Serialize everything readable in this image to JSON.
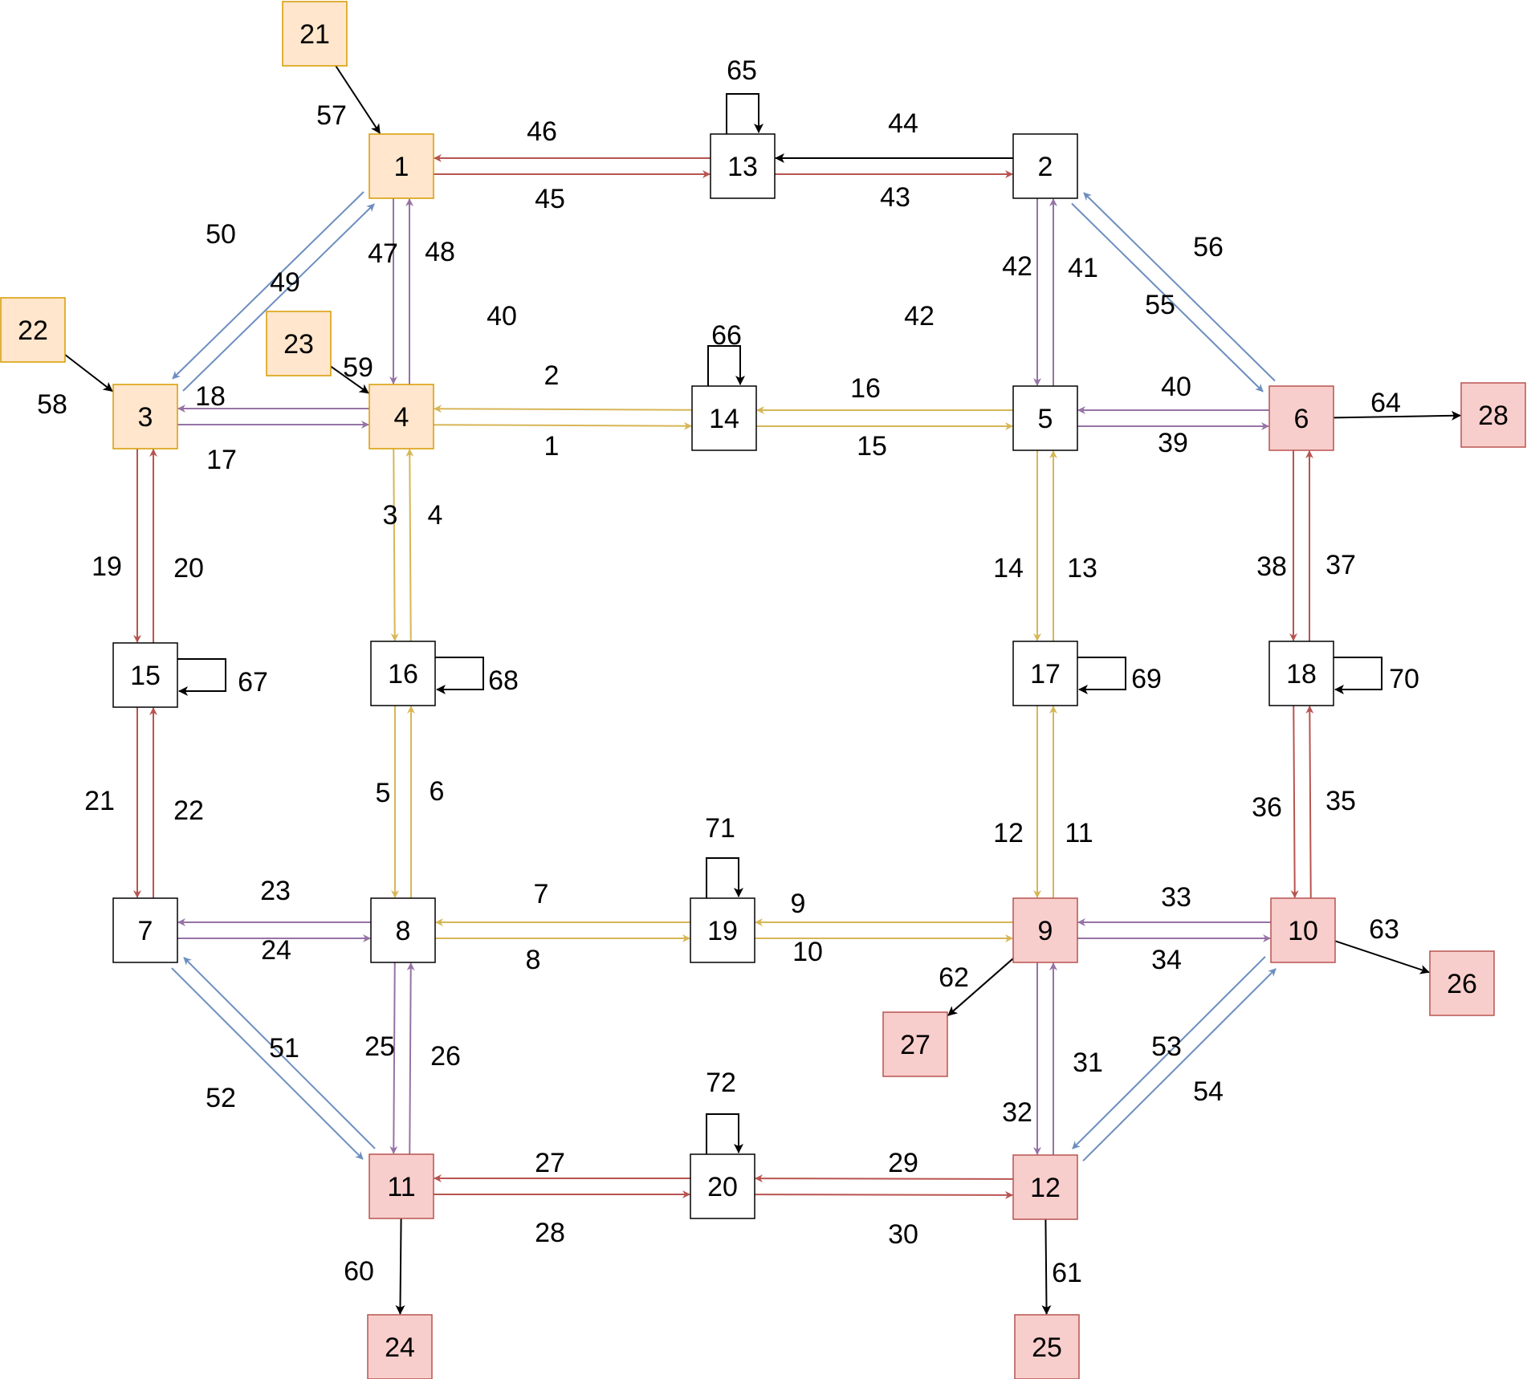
{
  "styles": {
    "orange": {
      "fill": "#ffe6cc",
      "stroke": "#d79b00"
    },
    "red": {
      "fill": "#f8cecc",
      "stroke": "#b85450"
    },
    "white": {
      "fill": "#ffffff",
      "stroke": "#000000"
    }
  },
  "edge_colors": {
    "red": "#b85450",
    "purple": "#9673a6",
    "yellow": "#d6b656",
    "blue": "#6c8ebf",
    "black": "#000000"
  },
  "nodes": [
    {
      "id": "1",
      "style": "orange"
    },
    {
      "id": "2",
      "style": "white"
    },
    {
      "id": "3",
      "style": "orange"
    },
    {
      "id": "4",
      "style": "orange"
    },
    {
      "id": "5",
      "style": "white"
    },
    {
      "id": "6",
      "style": "red"
    },
    {
      "id": "7",
      "style": "white"
    },
    {
      "id": "8",
      "style": "white"
    },
    {
      "id": "9",
      "style": "red"
    },
    {
      "id": "10",
      "style": "red"
    },
    {
      "id": "11",
      "style": "red"
    },
    {
      "id": "12",
      "style": "red"
    },
    {
      "id": "13",
      "style": "white"
    },
    {
      "id": "14",
      "style": "white"
    },
    {
      "id": "15",
      "style": "white"
    },
    {
      "id": "16",
      "style": "white"
    },
    {
      "id": "17",
      "style": "white"
    },
    {
      "id": "18",
      "style": "white"
    },
    {
      "id": "19",
      "style": "white"
    },
    {
      "id": "20",
      "style": "white"
    },
    {
      "id": "21",
      "style": "orange"
    },
    {
      "id": "22",
      "style": "orange"
    },
    {
      "id": "23",
      "style": "orange"
    },
    {
      "id": "24",
      "style": "red"
    },
    {
      "id": "25",
      "style": "red"
    },
    {
      "id": "26",
      "style": "red"
    },
    {
      "id": "27",
      "style": "red"
    },
    {
      "id": "28",
      "style": "red"
    }
  ],
  "edges": [
    {
      "label": "46",
      "from": "1",
      "to": "13",
      "color": "red"
    },
    {
      "label": "45",
      "from": "13",
      "to": "1",
      "color": "red"
    },
    {
      "label": "44",
      "from": "13",
      "to": "2",
      "color": "red"
    },
    {
      "label": "43",
      "from": "2",
      "to": "13",
      "color": "black"
    },
    {
      "label": "47",
      "from": "1",
      "to": "4",
      "color": "purple"
    },
    {
      "label": "48",
      "from": "4",
      "to": "1",
      "color": "purple"
    },
    {
      "label": "50",
      "from": "3",
      "to": "1",
      "color": "blue"
    },
    {
      "label": "49",
      "from": "1",
      "to": "3",
      "color": "blue"
    },
    {
      "label": "56",
      "from": "2",
      "to": "6",
      "color": "blue"
    },
    {
      "label": "55",
      "from": "6",
      "to": "2",
      "color": "blue"
    },
    {
      "label": "42",
      "from": "2",
      "to": "5",
      "color": "purple"
    },
    {
      "label": "41",
      "from": "5",
      "to": "2",
      "color": "purple"
    },
    {
      "label": "18",
      "from": "3",
      "to": "4",
      "color": "purple"
    },
    {
      "label": "17",
      "from": "4",
      "to": "3",
      "color": "purple"
    },
    {
      "label": "2",
      "from": "4",
      "to": "14",
      "color": "yellow"
    },
    {
      "label": "1",
      "from": "14",
      "to": "4",
      "color": "yellow"
    },
    {
      "label": "16",
      "from": "14",
      "to": "5",
      "color": "yellow"
    },
    {
      "label": "15",
      "from": "5",
      "to": "14",
      "color": "yellow"
    },
    {
      "label": "40",
      "from": "5",
      "to": "6",
      "color": "purple"
    },
    {
      "label": "39",
      "from": "6",
      "to": "5",
      "color": "purple"
    },
    {
      "label": "64",
      "from": "6",
      "to": "28",
      "color": "black"
    },
    {
      "label": "19",
      "from": "3",
      "to": "15",
      "color": "red"
    },
    {
      "label": "20",
      "from": "15",
      "to": "3",
      "color": "red"
    },
    {
      "label": "3",
      "from": "4",
      "to": "16",
      "color": "yellow"
    },
    {
      "label": "4",
      "from": "16",
      "to": "4",
      "color": "yellow"
    },
    {
      "label": "14",
      "from": "5",
      "to": "17",
      "color": "yellow"
    },
    {
      "label": "13",
      "from": "17",
      "to": "5",
      "color": "yellow"
    },
    {
      "label": "38",
      "from": "6",
      "to": "18",
      "color": "red"
    },
    {
      "label": "37",
      "from": "18",
      "to": "6",
      "color": "red"
    },
    {
      "label": "21",
      "from": "15",
      "to": "7",
      "color": "red"
    },
    {
      "label": "22",
      "from": "7",
      "to": "15",
      "color": "red"
    },
    {
      "label": "5",
      "from": "16",
      "to": "8",
      "color": "yellow"
    },
    {
      "label": "6",
      "from": "8",
      "to": "16",
      "color": "yellow"
    },
    {
      "label": "12",
      "from": "17",
      "to": "9",
      "color": "yellow"
    },
    {
      "label": "11",
      "from": "9",
      "to": "17",
      "color": "yellow"
    },
    {
      "label": "36",
      "from": "18",
      "to": "10",
      "color": "red"
    },
    {
      "label": "35",
      "from": "10",
      "to": "18",
      "color": "red"
    },
    {
      "label": "23",
      "from": "7",
      "to": "8",
      "color": "purple"
    },
    {
      "label": "24",
      "from": "8",
      "to": "7",
      "color": "purple"
    },
    {
      "label": "7",
      "from": "8",
      "to": "19",
      "color": "yellow"
    },
    {
      "label": "8",
      "from": "19",
      "to": "8",
      "color": "yellow"
    },
    {
      "label": "9",
      "from": "19",
      "to": "9",
      "color": "yellow"
    },
    {
      "label": "10",
      "from": "9",
      "to": "19",
      "color": "yellow"
    },
    {
      "label": "33",
      "from": "9",
      "to": "10",
      "color": "purple"
    },
    {
      "label": "34",
      "from": "10",
      "to": "9",
      "color": "purple"
    },
    {
      "label": "63",
      "from": "10",
      "to": "26",
      "color": "black"
    },
    {
      "label": "62",
      "from": "9",
      "to": "27",
      "color": "black"
    },
    {
      "label": "51",
      "from": "7",
      "to": "11",
      "color": "blue"
    },
    {
      "label": "52",
      "from": "11",
      "to": "7",
      "color": "blue"
    },
    {
      "label": "25",
      "from": "8",
      "to": "11",
      "color": "purple"
    },
    {
      "label": "26",
      "from": "11",
      "to": "8",
      "color": "purple"
    },
    {
      "label": "31",
      "from": "12",
      "to": "9",
      "color": "purple"
    },
    {
      "label": "32",
      "from": "9",
      "to": "12",
      "color": "purple"
    },
    {
      "label": "53",
      "from": "12",
      "to": "10",
      "color": "blue"
    },
    {
      "label": "54",
      "from": "10",
      "to": "12",
      "color": "blue"
    },
    {
      "label": "27",
      "from": "11",
      "to": "20",
      "color": "red"
    },
    {
      "label": "28",
      "from": "20",
      "to": "11",
      "color": "red"
    },
    {
      "label": "29",
      "from": "20",
      "to": "12",
      "color": "red"
    },
    {
      "label": "30",
      "from": "12",
      "to": "20",
      "color": "red"
    },
    {
      "label": "60",
      "from": "11",
      "to": "24",
      "color": "black"
    },
    {
      "label": "61",
      "from": "12",
      "to": "25",
      "color": "black"
    },
    {
      "label": "57",
      "from": "21",
      "to": "1",
      "color": "black"
    },
    {
      "label": "58",
      "from": "22",
      "to": "3",
      "color": "black"
    },
    {
      "label": "59",
      "from": "23",
      "to": "4",
      "color": "black"
    },
    {
      "label": "65",
      "from": "13",
      "to": "13",
      "color": "black"
    },
    {
      "label": "66",
      "from": "14",
      "to": "14",
      "color": "black"
    },
    {
      "label": "67",
      "from": "15",
      "to": "15",
      "color": "black"
    },
    {
      "label": "68",
      "from": "16",
      "to": "16",
      "color": "black"
    },
    {
      "label": "69",
      "from": "17",
      "to": "17",
      "color": "black"
    },
    {
      "label": "70",
      "from": "18",
      "to": "18",
      "color": "black"
    },
    {
      "label": "71",
      "from": "19",
      "to": "19",
      "color": "black"
    },
    {
      "label": "72",
      "from": "20",
      "to": "20",
      "color": "black"
    }
  ],
  "floating_labels": [
    "40",
    "42"
  ]
}
